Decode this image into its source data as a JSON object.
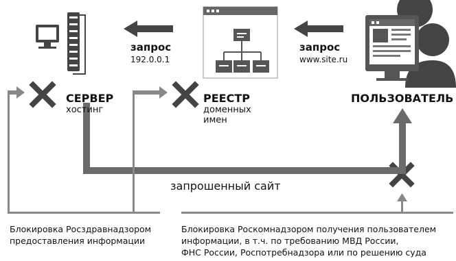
{
  "request_left": {
    "title": "запрос",
    "value": "192.0.0.1"
  },
  "request_right": {
    "title": "запрос",
    "value": "www.site.ru"
  },
  "server": {
    "title": "СЕРВЕР",
    "subtitle": "хостинг"
  },
  "registry": {
    "title": "РЕЕСТР",
    "subtitle_lines": [
      "доменных",
      "имен"
    ]
  },
  "user": {
    "title": "ПОЛЬЗОВАТЕЛЬ"
  },
  "requested_site_label": "запрошенный сайт",
  "footer_left": [
    "Блокировка Росздравнадзором",
    "предоставления информации"
  ],
  "footer_right": [
    "Блокировка Роскомнадзором получения пользователем",
    "информации, в т.ч. по требованию МВД России,",
    "ФНС России, Роспотребнадзора или по решению суда"
  ],
  "colors": {
    "dark": "#444444",
    "gray": "#6b6b6b",
    "light": "#9a9a9a"
  }
}
